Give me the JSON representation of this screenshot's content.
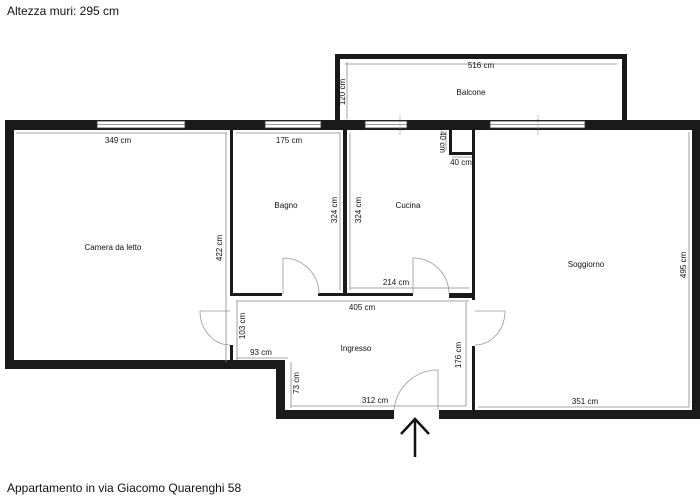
{
  "header": {
    "wall_height": "Altezza muri: 295 cm"
  },
  "footer": {
    "address": "Appartamento in via Giacomo Quarenghi 58"
  },
  "rooms": {
    "balcone": {
      "label": "Balcone",
      "width": "516 cm",
      "depth": "120 cm"
    },
    "camera": {
      "label": "Camera da letto",
      "width": "349 cm",
      "height": "422 cm"
    },
    "bagno": {
      "label": "Bagno",
      "width": "175 cm",
      "height": "324 cm"
    },
    "cucina": {
      "label": "Cucina",
      "width": "214 cm",
      "height": "324 cm",
      "niche_w": "40 cm",
      "niche_h": "40 cm"
    },
    "soggiorno": {
      "label": "Soggiorno",
      "width": "351 cm",
      "height": "495 cm"
    },
    "ingresso": {
      "label": "Ingresso",
      "width_top": "405 cm",
      "width_bottom": "312 cm",
      "left_h": "103 cm",
      "step_w": "93 cm",
      "step_h": "73 cm",
      "right_h": "176 cm"
    }
  },
  "entrance": {
    "icon": "arrow-up-icon"
  },
  "colors": {
    "wall": "#1a1a1a",
    "dimension": "#888888",
    "background": "#ffffff"
  }
}
